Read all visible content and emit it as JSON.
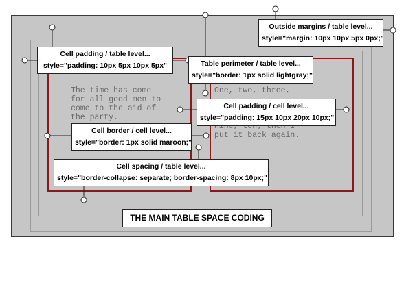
{
  "cell_left_text": "The time has come\nfor all good men to\ncome to the aid of\nthe party.",
  "cell_left_partial": "g",
  "cell_right_text": "One, two, three,\n\n\nSix, seven, eight,\nnine, ten; then I\nput it back again.",
  "title": "THE MAIN TABLE SPACE CODING",
  "labels": {
    "outside_margins": {
      "title": "Outside margins / table level...",
      "code": "style=\"margin: 10px 10px 5px 0px;\""
    },
    "cell_padding_table": {
      "title": "Cell padding / table level...",
      "code": "style=\"padding: 10px 5px 10px 5px\""
    },
    "table_perimeter": {
      "title": "Table perimeter / table level...",
      "code": "style=\"border: 1px solid lightgray;\""
    },
    "cell_padding_cell": {
      "title": "Cell padding / cell level...",
      "code": "style=\"padding: 15px 10px 20px 10px;\""
    },
    "cell_border": {
      "title": "Cell border / cell level...",
      "code": "style=\"border: 1px solid maroon;\""
    },
    "cell_spacing": {
      "title": "Cell spacing / table level...",
      "code": "style=\"border-collapse: separate; border-spacing: 8px 10px;\""
    }
  }
}
